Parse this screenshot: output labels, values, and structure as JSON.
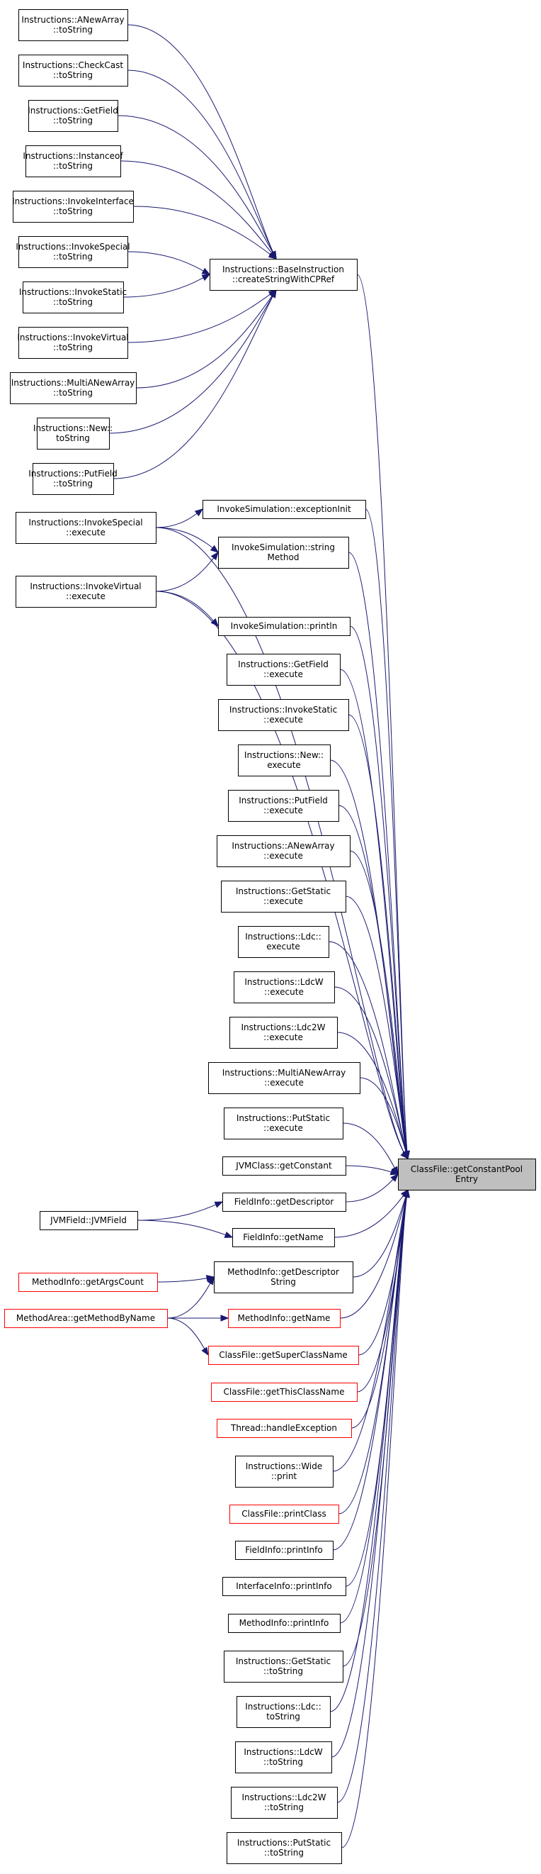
{
  "diagram": {
    "type": "caller-graph",
    "target": {
      "id": "target",
      "lines": [
        "ClassFile::getConstantPool",
        "Entry"
      ]
    },
    "hub": {
      "id": "hub",
      "lines": [
        "Instructions::BaseInstruction",
        "::createStringWithCPRef"
      ]
    },
    "colors": {
      "edge": "#191970",
      "node_border": "#000000",
      "node_border_truncated": "#ff0000",
      "target_fill": "#bfbfbf"
    },
    "nodes": [
      {
        "id": "anewarray_tostring",
        "lines": [
          "Instructions::ANewArray",
          "::toString"
        ]
      },
      {
        "id": "checkcast_tostring",
        "lines": [
          "Instructions::CheckCast",
          "::toString"
        ]
      },
      {
        "id": "getfield_tostring",
        "lines": [
          "Instructions::GetField",
          "::toString"
        ]
      },
      {
        "id": "instanceof_tostring",
        "lines": [
          "Instructions::Instanceof",
          "::toString"
        ]
      },
      {
        "id": "invokeinterface_tostring",
        "lines": [
          "Instructions::InvokeInterface",
          "::toString"
        ]
      },
      {
        "id": "invokespecial_tostring",
        "lines": [
          "Instructions::InvokeSpecial",
          "::toString"
        ]
      },
      {
        "id": "invokestatic_tostring",
        "lines": [
          "Instructions::InvokeStatic",
          "::toString"
        ]
      },
      {
        "id": "invokevirtual_tostring",
        "lines": [
          "Instructions::InvokeVirtual",
          "::toString"
        ]
      },
      {
        "id": "multianewarray_tostring",
        "lines": [
          "Instructions::MultiANewArray",
          "::toString"
        ]
      },
      {
        "id": "new_tostring",
        "lines": [
          "Instructions::New::",
          "toString"
        ]
      },
      {
        "id": "putfield_tostring",
        "lines": [
          "Instructions::PutField",
          "::toString"
        ]
      },
      {
        "id": "invokespecial_execute",
        "lines": [
          "Instructions::InvokeSpecial",
          "::execute"
        ]
      },
      {
        "id": "invokevirtual_execute",
        "lines": [
          "Instructions::InvokeVirtual",
          "::execute"
        ]
      },
      {
        "id": "exceptioninit",
        "lines": [
          "InvokeSimulation::exceptionInit"
        ]
      },
      {
        "id": "stringmethod",
        "lines": [
          "InvokeSimulation::string",
          "Method"
        ]
      },
      {
        "id": "println",
        "lines": [
          "InvokeSimulation::println"
        ]
      },
      {
        "id": "getfield_execute",
        "lines": [
          "Instructions::GetField",
          "::execute"
        ]
      },
      {
        "id": "invokestatic_execute",
        "lines": [
          "Instructions::InvokeStatic",
          "::execute"
        ]
      },
      {
        "id": "new_execute",
        "lines": [
          "Instructions::New::",
          "execute"
        ]
      },
      {
        "id": "putfield_execute",
        "lines": [
          "Instructions::PutField",
          "::execute"
        ]
      },
      {
        "id": "anewarray_execute",
        "lines": [
          "Instructions::ANewArray",
          "::execute"
        ]
      },
      {
        "id": "getstatic_execute",
        "lines": [
          "Instructions::GetStatic",
          "::execute"
        ]
      },
      {
        "id": "ldc_execute",
        "lines": [
          "Instructions::Ldc::",
          "execute"
        ]
      },
      {
        "id": "ldcw_execute",
        "lines": [
          "Instructions::LdcW",
          "::execute"
        ]
      },
      {
        "id": "ldc2w_execute",
        "lines": [
          "Instructions::Ldc2W",
          "::execute"
        ]
      },
      {
        "id": "multianewarray_execute",
        "lines": [
          "Instructions::MultiANewArray",
          "::execute"
        ]
      },
      {
        "id": "putstatic_execute",
        "lines": [
          "Instructions::PutStatic",
          "::execute"
        ]
      },
      {
        "id": "jvmclass_getconstant",
        "lines": [
          "JVMClass::getConstant"
        ]
      },
      {
        "id": "fieldinfo_getdescriptor",
        "lines": [
          "FieldInfo::getDescriptor"
        ]
      },
      {
        "id": "jvmfield_jvmfield",
        "lines": [
          "JVMField::JVMField"
        ]
      },
      {
        "id": "fieldinfo_getname",
        "lines": [
          "FieldInfo::getName"
        ]
      },
      {
        "id": "methodinfo_getargscount",
        "lines": [
          "MethodInfo::getArgsCount"
        ],
        "truncated": true
      },
      {
        "id": "methodinfo_getdescriptorstring",
        "lines": [
          "MethodInfo::getDescriptor",
          "String"
        ]
      },
      {
        "id": "methodarea_getmethodbyname",
        "lines": [
          "MethodArea::getMethodByName"
        ],
        "truncated": true
      },
      {
        "id": "methodinfo_getname",
        "lines": [
          "MethodInfo::getName"
        ],
        "truncated": true
      },
      {
        "id": "classfile_getsuperclassname",
        "lines": [
          "ClassFile::getSuperClassName"
        ],
        "truncated": true
      },
      {
        "id": "classfile_getthisclassname",
        "lines": [
          "ClassFile::getThisClassName"
        ],
        "truncated": true
      },
      {
        "id": "thread_handleexception",
        "lines": [
          "Thread::handleException"
        ],
        "truncated": true
      },
      {
        "id": "wide_print",
        "lines": [
          "Instructions::Wide",
          "::print"
        ]
      },
      {
        "id": "classfile_printclass",
        "lines": [
          "ClassFile::printClass"
        ],
        "truncated": true
      },
      {
        "id": "fieldinfo_printinfo",
        "lines": [
          "FieldInfo::printInfo"
        ]
      },
      {
        "id": "interfaceinfo_printinfo",
        "lines": [
          "InterfaceInfo::printInfo"
        ]
      },
      {
        "id": "methodinfo_printinfo",
        "lines": [
          "MethodInfo::printInfo"
        ]
      },
      {
        "id": "getstatic_tostring",
        "lines": [
          "Instructions::GetStatic",
          "::toString"
        ]
      },
      {
        "id": "ldc_tostring",
        "lines": [
          "Instructions::Ldc::",
          "toString"
        ]
      },
      {
        "id": "ldcw_tostring",
        "lines": [
          "Instructions::LdcW",
          "::toString"
        ]
      },
      {
        "id": "ldc2w_tostring",
        "lines": [
          "Instructions::Ldc2W",
          "::toString"
        ]
      },
      {
        "id": "putstatic_tostring",
        "lines": [
          "Instructions::PutStatic",
          "::toString"
        ]
      }
    ],
    "edges": [
      [
        "anewarray_tostring",
        "hub"
      ],
      [
        "checkcast_tostring",
        "hub"
      ],
      [
        "getfield_tostring",
        "hub"
      ],
      [
        "instanceof_tostring",
        "hub"
      ],
      [
        "invokeinterface_tostring",
        "hub"
      ],
      [
        "invokespecial_tostring",
        "hub"
      ],
      [
        "invokestatic_tostring",
        "hub"
      ],
      [
        "invokevirtual_tostring",
        "hub"
      ],
      [
        "multianewarray_tostring",
        "hub"
      ],
      [
        "new_tostring",
        "hub"
      ],
      [
        "putfield_tostring",
        "hub"
      ],
      [
        "hub",
        "target"
      ],
      [
        "invokespecial_execute",
        "exceptioninit"
      ],
      [
        "invokespecial_execute",
        "stringmethod"
      ],
      [
        "invokespecial_execute",
        "target"
      ],
      [
        "invokevirtual_execute",
        "stringmethod"
      ],
      [
        "invokevirtual_execute",
        "println"
      ],
      [
        "invokevirtual_execute",
        "target"
      ],
      [
        "exceptioninit",
        "target"
      ],
      [
        "stringmethod",
        "target"
      ],
      [
        "println",
        "target"
      ],
      [
        "getfield_execute",
        "target"
      ],
      [
        "invokestatic_execute",
        "target"
      ],
      [
        "new_execute",
        "target"
      ],
      [
        "putfield_execute",
        "target"
      ],
      [
        "anewarray_execute",
        "target"
      ],
      [
        "getstatic_execute",
        "target"
      ],
      [
        "ldc_execute",
        "target"
      ],
      [
        "ldcw_execute",
        "target"
      ],
      [
        "ldc2w_execute",
        "target"
      ],
      [
        "multianewarray_execute",
        "target"
      ],
      [
        "putstatic_execute",
        "target"
      ],
      [
        "jvmclass_getconstant",
        "target"
      ],
      [
        "fieldinfo_getdescriptor",
        "target"
      ],
      [
        "jvmfield_jvmfield",
        "fieldinfo_getdescriptor"
      ],
      [
        "jvmfield_jvmfield",
        "fieldinfo_getname"
      ],
      [
        "fieldinfo_getname",
        "target"
      ],
      [
        "methodinfo_getargscount",
        "methodinfo_getdescriptorstring"
      ],
      [
        "methodarea_getmethodbyname",
        "methodinfo_getdescriptorstring"
      ],
      [
        "methodarea_getmethodbyname",
        "methodinfo_getname"
      ],
      [
        "methodarea_getmethodbyname",
        "classfile_getsuperclassname"
      ],
      [
        "methodinfo_getdescriptorstring",
        "target"
      ],
      [
        "methodinfo_getname",
        "target"
      ],
      [
        "classfile_getsuperclassname",
        "target"
      ],
      [
        "classfile_getthisclassname",
        "target"
      ],
      [
        "thread_handleexception",
        "target"
      ],
      [
        "wide_print",
        "target"
      ],
      [
        "classfile_printclass",
        "target"
      ],
      [
        "fieldinfo_printinfo",
        "target"
      ],
      [
        "interfaceinfo_printinfo",
        "target"
      ],
      [
        "methodinfo_printinfo",
        "target"
      ],
      [
        "getstatic_tostring",
        "target"
      ],
      [
        "ldc_tostring",
        "target"
      ],
      [
        "ldcw_tostring",
        "target"
      ],
      [
        "ldc2w_tostring",
        "target"
      ],
      [
        "putstatic_tostring",
        "target"
      ]
    ]
  }
}
